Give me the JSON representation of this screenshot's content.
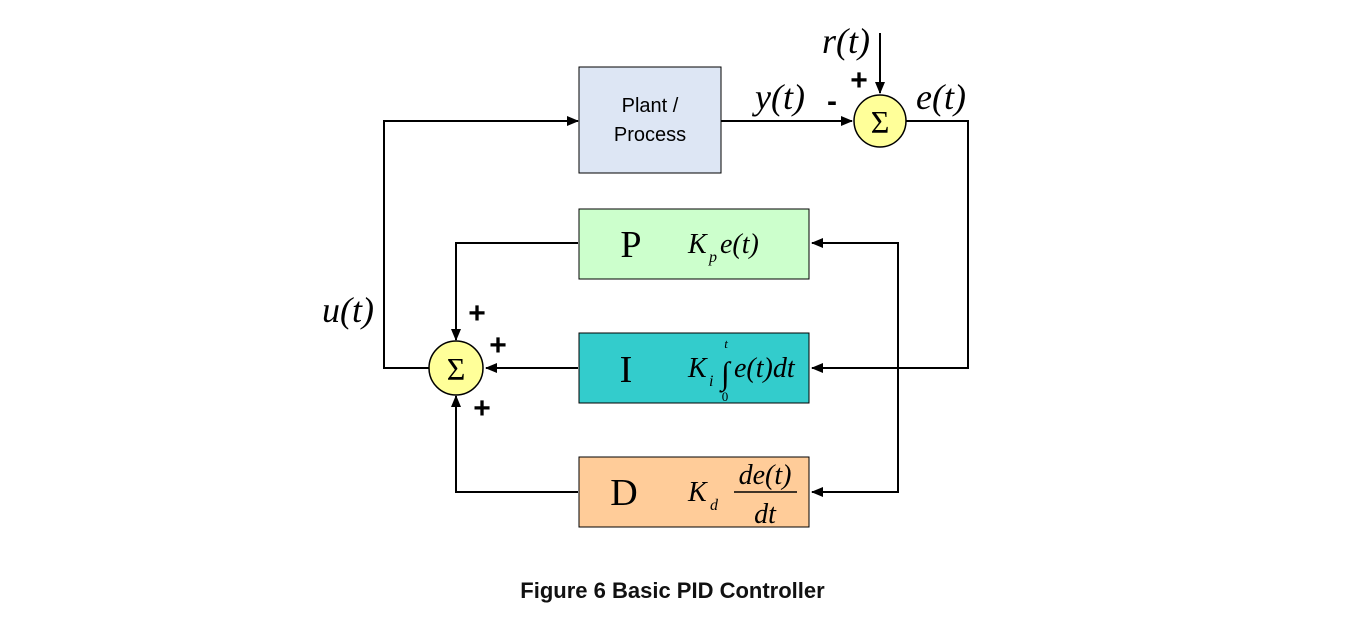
{
  "diagram": {
    "plant_label_line1": "Plant /",
    "plant_label_line2": "Process",
    "signal_r": "r(t)",
    "signal_y": "y(t)",
    "signal_e": "e(t)",
    "signal_u": "u(t)",
    "sum_symbol": "Σ",
    "sign_plus": "+",
    "sign_minus": "-",
    "p_block": {
      "letter": "P",
      "gain": "K",
      "gain_sub": "p",
      "expr": "e(t)",
      "fill": "#ccffcc"
    },
    "i_block": {
      "letter": "I",
      "gain": "K",
      "gain_sub": "i",
      "integral": "∫",
      "upper_limit": "t",
      "lower_limit": "0",
      "expr": "e(t)dt",
      "fill": "#33cccc"
    },
    "d_block": {
      "letter": "D",
      "gain": "K",
      "gain_sub": "d",
      "numerator": "de(t)",
      "denominator": "dt",
      "fill": "#ffcc99"
    },
    "plant_fill": "#dde6f4",
    "sum_fill": "#ffff99"
  },
  "caption": "Figure 6 Basic PID Controller"
}
